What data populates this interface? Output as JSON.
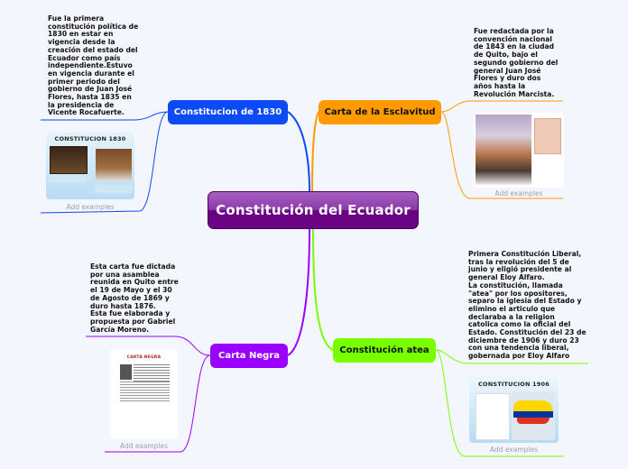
{
  "central_topic": {
    "label": "Constitución del Ecuador",
    "color": "#6a0686"
  },
  "branches": [
    {
      "id": "constitucion-1830",
      "label": "Constitucion de 1830",
      "color": "#0b4af5",
      "note": "Fue la primera\nconstitución política de\n1830 en estar en\nvigencia desde la\ncreación del estado del\nEcuador como país\nindependiente.Estuvo\nen vigencia durante el\nprimer periodo del\ngobierno de Juan José\nFlores, hasta 1835 en\nla presidencia de\nVicente Rocafuerte.",
      "image": {
        "title": "CONSTITUCION 1830",
        "alt": "Constitución 1830 collage"
      },
      "add_examples": "Add examples"
    },
    {
      "id": "carta-esclavitud",
      "label": "Carta de la Esclavitud",
      "color": "#ff9a00",
      "note": "Fue redactada por la\nconvención nacional\nde 1843 en la ciudad\nde Quito, bajo el\nsegundo gobierno del\ngeneral Juan José\nFlores y duro dos\naños hasta la\nRevolución Marcista.",
      "image": {
        "alt": "Illustration of Juan José Flores writing and document cover"
      },
      "add_examples": "Add examples"
    },
    {
      "id": "carta-negra",
      "label": "Carta Negra",
      "color": "#9a00ff",
      "note": "Esta carta fue dictada\npor una asamblea\nreunida en Quito entre\nel 19 de Mayo y el 30\nde Agosto de 1869 y\nduro hasta 1876.\nEsta fue elaborada y\npropuesta por Gabriel\nGarcía Moreno.",
      "image": {
        "title": "CARTA NEGRA",
        "alt": "Carta Negra document page"
      },
      "add_examples": "Add examples"
    },
    {
      "id": "constitucion-atea",
      "label": "Constitución atea",
      "color": "#77ff00",
      "note": "Primera Constitución Liberal,\ntras la revolución del 5 de\njunio y eligió presidente al\ngeneral Eloy Alfaro.\nLa constitución, llamada\n\"atea\" por los opositores,\nseparo la iglesia del Estado y\nelimino el articulo que\ndeclaraba a la religion\ncatolica como la oficial del\nEstado. Constitución del 23 de\ndiciembre de 1906 y duro 23\ncon una tendencia liberal,\ngobernada por Eloy Alfaro",
      "image": {
        "title": "CONSTITUCION 1906",
        "alt": "Constitución 1906 with Ecuador flag map"
      },
      "add_examples": "Add examples"
    }
  ]
}
